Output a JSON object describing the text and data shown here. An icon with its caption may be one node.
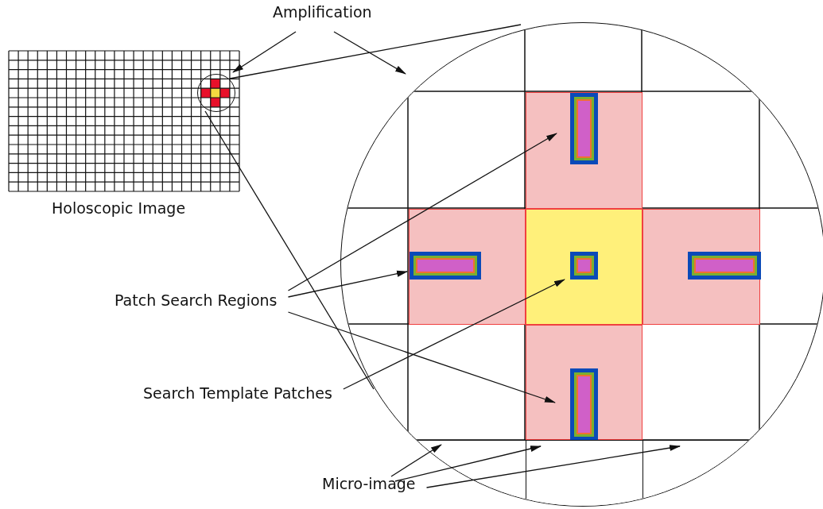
{
  "diagram": {
    "nodes": [
      {
        "text": [
          "Amplification"
        ]
      },
      {
        "text": [],
        "shape": "picture",
        "beside": [
          "Holoscopic Image"
        ]
      },
      {
        "text": [],
        "shape": "circle",
        "in": 1
      },
      {
        "text": [],
        "shape": "circle"
      },
      {
        "text": [],
        "shape": "box",
        "in": 3
      },
      {
        "text": [],
        "shape": "box",
        "in": 3
      },
      {
        "text": [],
        "shape": "box",
        "in": 3
      },
      {
        "text": [],
        "shape": "box",
        "in": 3
      },
      {
        "text": [],
        "shape": "box",
        "in": 3
      },
      {
        "text": [],
        "shape": "box",
        "in": 3
      },
      {
        "text": [],
        "shape": "box",
        "in": 3
      },
      {
        "text": [],
        "shape": "box",
        "in": 3
      },
      {
        "text": [
          "Patch Search Regions"
        ]
      },
      {
        "text": [
          "Search Template Patches"
        ]
      },
      {
        "text": [
          "Micro-image"
        ]
      }
    ],
    "edges": [
      {
        "from": 0,
        "to": 2,
        "arrow": "to"
      },
      {
        "from": 0,
        "to": 3,
        "arrow": "to"
      },
      {
        "from": 2,
        "to": 3,
        "arrow": "none"
      },
      {
        "from": 2,
        "to": 3,
        "arrow": "none"
      },
      {
        "from": 12,
        "to": 4,
        "arrow": "to"
      },
      {
        "from": 12,
        "to": 5,
        "arrow": "to"
      },
      {
        "from": 12,
        "to": 8,
        "arrow": "to"
      },
      {
        "from": 13,
        "to": 6,
        "arrow": "to"
      },
      {
        "from": 14,
        "to": 9,
        "arrow": "to"
      },
      {
        "from": 14,
        "to": 10,
        "arrow": "to"
      },
      {
        "from": 14,
        "to": 11,
        "arrow": "to"
      }
    ]
  }
}
